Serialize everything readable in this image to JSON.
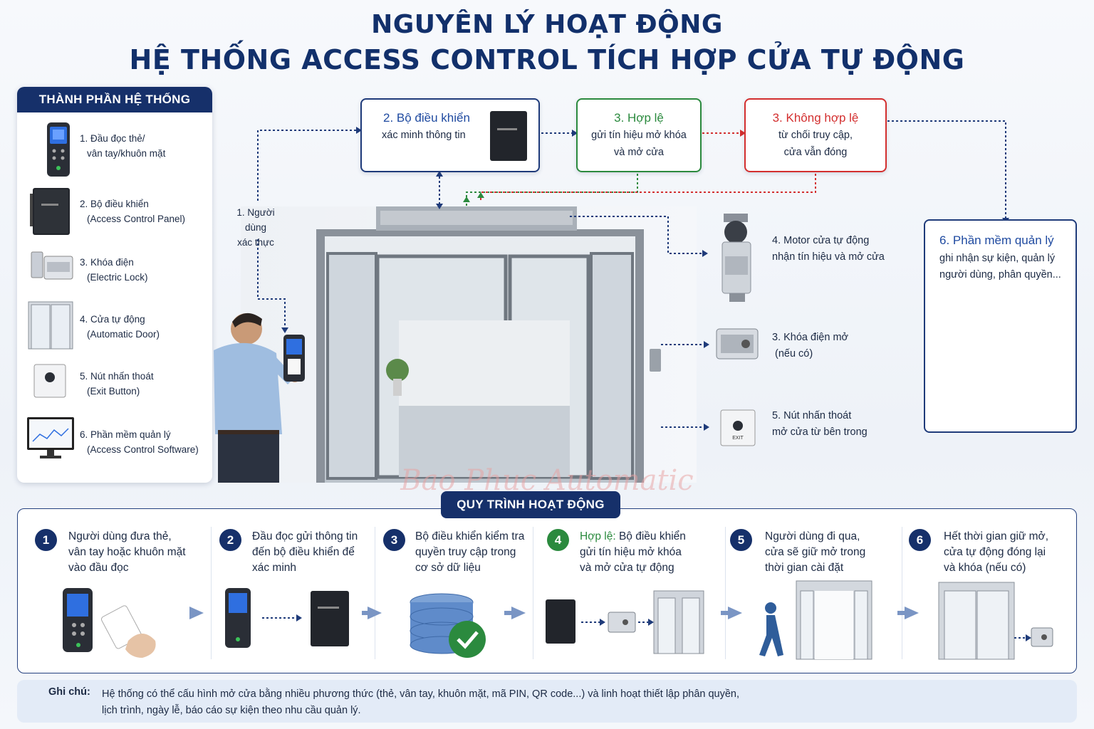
{
  "title": {
    "line1": "NGUYÊN LÝ HOẠT ĐỘNG",
    "line2": "HỆ THỐNG ACCESS CONTROL TÍCH HỢP CỬA TỰ ĐỘNG"
  },
  "components": {
    "header": "THÀNH PHẦN HỆ THỐNG",
    "items": [
      {
        "line1": "1. Đầu đọc thẻ/",
        "line2": "vân tay/khuôn mặt",
        "icon": "card-reader-icon"
      },
      {
        "line1": "2. Bộ điều khiển",
        "line2": "(Access Control Panel)",
        "icon": "controller-icon"
      },
      {
        "line1": "3. Khóa điện",
        "line2": "(Electric Lock)",
        "icon": "electric-lock-icon"
      },
      {
        "line1": "4. Cửa tự động",
        "line2": "(Automatic Door)",
        "icon": "automatic-door-icon"
      },
      {
        "line1": "5. Nút nhấn thoát",
        "line2": "(Exit Button)",
        "icon": "exit-button-icon"
      },
      {
        "line1": "6. Phần mềm quản lý",
        "line2": "(Access Control Software)",
        "icon": "software-monitor-icon"
      }
    ]
  },
  "flow": {
    "user_auth": {
      "line1": "1. Người dùng",
      "line2": "xác thực"
    },
    "controller": {
      "title": "2. Bộ điều khiển",
      "sub": "xác minh thông tin"
    },
    "valid": {
      "title": "3. Hợp lệ",
      "sub1": "gửi tín hiệu mở khóa",
      "sub2": "và mở cửa"
    },
    "invalid": {
      "title": "3. Không hợp lệ",
      "sub1": "từ chối truy cập,",
      "sub2": "cửa vẫn đóng"
    },
    "motor": {
      "line1": "4. Motor cửa tự động",
      "line2": "nhận tín hiệu và mở cửa"
    },
    "lock": {
      "line1": "3. Khóa điện mở",
      "line2": "(nếu có)"
    },
    "exit": {
      "line1": "5. Nút nhấn thoát",
      "line2": "mở cửa từ bên trong",
      "button_text": "EXIT"
    },
    "software": {
      "title": "6. Phần mềm quản lý",
      "line1": "ghi nhận sự kiện, quản lý",
      "line2": "người dùng, phân quyền..."
    }
  },
  "watermark": "Bao Phuc Automatic",
  "process": {
    "header": "QUY TRÌNH HOẠT ĐỘNG",
    "steps": [
      {
        "num": "1",
        "lines": [
          "Người dùng đưa thẻ,",
          "vân tay hoặc khuôn mặt",
          "vào đầu đọc"
        ]
      },
      {
        "num": "2",
        "lines": [
          "Đầu đọc gửi thông tin",
          "đến bộ điều khiển để",
          "xác minh"
        ]
      },
      {
        "num": "3",
        "lines": [
          "Bộ điều khiển kiểm tra",
          "quyền truy cập trong",
          "cơ sở dữ liệu"
        ]
      },
      {
        "num": "4",
        "highlight": "Hợp lệ:",
        "lines": [
          " Bộ điều khiển",
          "gửi tín hiệu mở khóa",
          "và mở cửa tự động"
        ]
      },
      {
        "num": "5",
        "lines": [
          "Người dùng đi qua,",
          "cửa sẽ giữ mở trong",
          "thời gian cài đặt"
        ]
      },
      {
        "num": "6",
        "lines": [
          "Hết thời gian giữ mở,",
          "cửa tự động đóng lại",
          "và khóa (nếu có)"
        ]
      }
    ]
  },
  "note": {
    "label": "Ghi chú:",
    "line1": "Hệ thống có thể cấu hình mở cửa bằng nhiều phương thức (thẻ, vân tay, khuôn mặt, mã PIN, QR code...) và linh hoạt thiết lập phân quyền,",
    "line2": "lịch trình, ngày lễ, báo cáo sự kiện theo nhu cầu quản lý."
  },
  "colors": {
    "navy": "#16306a",
    "blue": "#1f4aa0",
    "green": "#2b8a3e",
    "red": "#d32f2f"
  }
}
